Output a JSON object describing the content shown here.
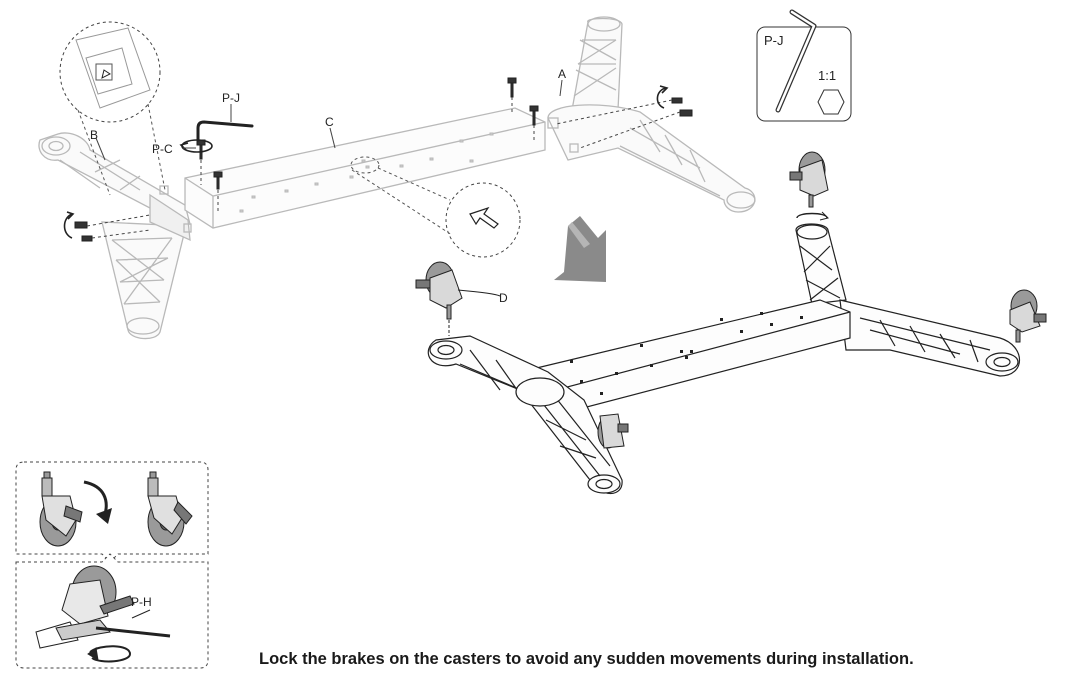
{
  "labels": {
    "a": "A",
    "b": "B",
    "c": "C",
    "d": "D",
    "pj_tool": "P-J",
    "pc": "P-C",
    "ph": "P-H"
  },
  "tool_box": {
    "label": "P-J",
    "scale": "1:1"
  },
  "caption": "Lock the brakes on the casters to avoid any sudden movements during installation.",
  "colors": {
    "faded_stroke": "#b9b9b9",
    "dark_stroke": "#222222",
    "arrow_fill": "#8a8a8a",
    "caster_fill": "#9a9a9a"
  }
}
